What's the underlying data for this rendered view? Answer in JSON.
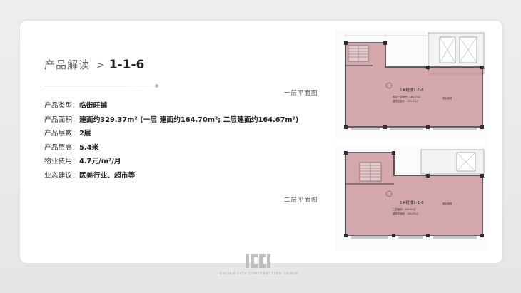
{
  "title": {
    "prefix": "产品解读",
    "separator": ">",
    "unit": "1-1-6"
  },
  "specs": [
    {
      "label": "产品类型：",
      "value": "临街旺铺"
    },
    {
      "label": "产品面积：",
      "value": "建面约329.37m² (一层 建面约164.70m²; 二层建面约164.67m²)"
    },
    {
      "label": "产品层数：",
      "value": "2层"
    },
    {
      "label": "产品层高：",
      "value": "5.4米"
    },
    {
      "label": "物业费用：",
      "value": "4.7元/m²/月"
    },
    {
      "label": "业态建议：",
      "value": "医美行业、超市等"
    }
  ],
  "floors": {
    "first": {
      "label": "一层平面图",
      "unit_label": "1#裙楼1-1-6",
      "area_lines": [
        "首层一层面积：164.70㎡",
        "建筑总面积：329.37㎡"
      ],
      "room_label": "商业用房"
    },
    "second": {
      "label": "二层平面图",
      "unit_label": "1#裙楼1-1-6",
      "area_lines": [
        "二层面积：164.67㎡",
        "建筑总面积：329.37㎡"
      ],
      "room_label": "商业用房"
    }
  },
  "brand": {
    "logo": "ICCI",
    "subtitle": "DALIAN CITY CONSTRUCTION GROUP"
  },
  "colors": {
    "plan_fill": "#c98f96",
    "plan_wall": "#3a3a3a",
    "text_dark": "#222222"
  }
}
